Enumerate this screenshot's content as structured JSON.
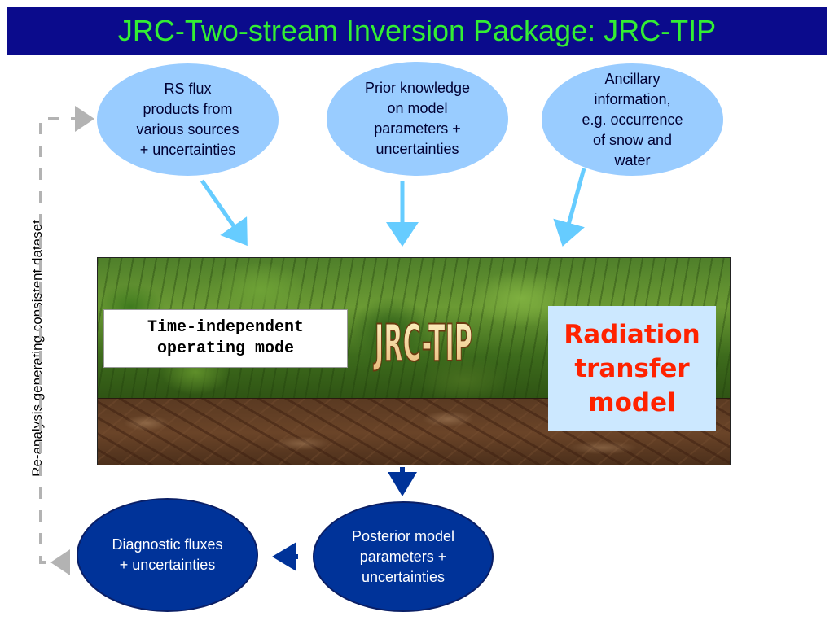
{
  "title": "JRC-Two-stream Inversion Package: JRC-TIP",
  "inputs": {
    "rs_flux": "RS flux\nproducts from\nvarious sources\n+ uncertainties",
    "prior": "Prior knowledge\non model\nparameters +\nuncertainties",
    "ancillary": "Ancillary\ninformation,\ne.g. occurrence\nof snow and\nwater"
  },
  "scene": {
    "mode_label": "Time-independent\noperating mode",
    "logo_text": "JRC-TIP",
    "model_label": "Radiation\ntransfer\nmodel"
  },
  "outputs": {
    "posterior": "Posterior model\nparameters +\nuncertainties",
    "diagnostic": "Diagnostic fluxes\n+ uncertainties"
  },
  "feedback_label": "Re-analysis generating consistent dataset",
  "colors": {
    "title_bg": "#0b0b8c",
    "title_text": "#33ee33",
    "input_ellipse": "#99ccff",
    "output_ellipse": "#003399",
    "input_arrow": "#66ccff",
    "output_arrow": "#003399",
    "feedback_line": "#b3b3b3",
    "model_text": "#ff2200"
  }
}
